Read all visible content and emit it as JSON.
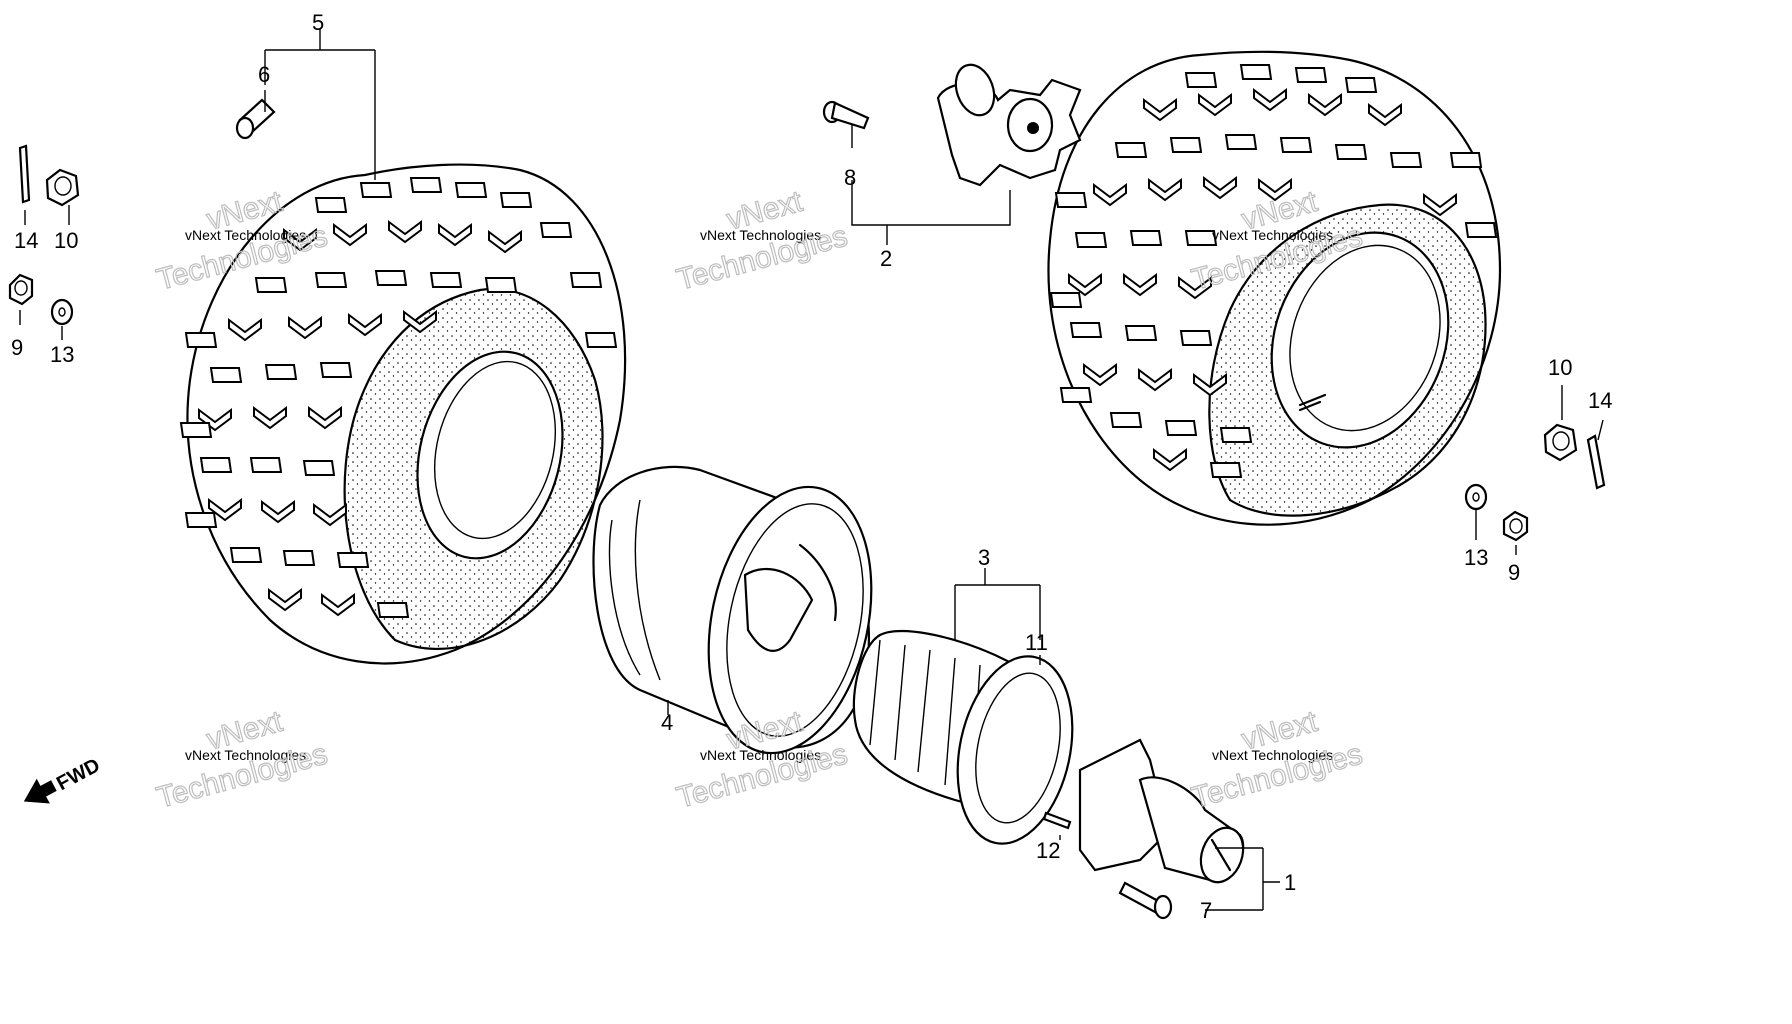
{
  "labels": {
    "p1": "1",
    "p2": "2",
    "p3": "3",
    "p4": "4",
    "p5": "5",
    "p6": "6",
    "p7": "7",
    "p8": "8",
    "p9_left": "9",
    "p9_right": "9",
    "p10_left": "10",
    "p10_right": "10",
    "p11": "11",
    "p12": "12",
    "p13_left": "13",
    "p13_right": "13",
    "p14_left": "14",
    "p14_right": "14"
  },
  "fwd_label": "FWD",
  "watermark": {
    "line1": "vNext Technologies",
    "line2a": "vNext",
    "line2b": "Technologies"
  },
  "colors": {
    "ink": "#000000",
    "paper": "#ffffff",
    "watermark": "#bdbdbd"
  }
}
